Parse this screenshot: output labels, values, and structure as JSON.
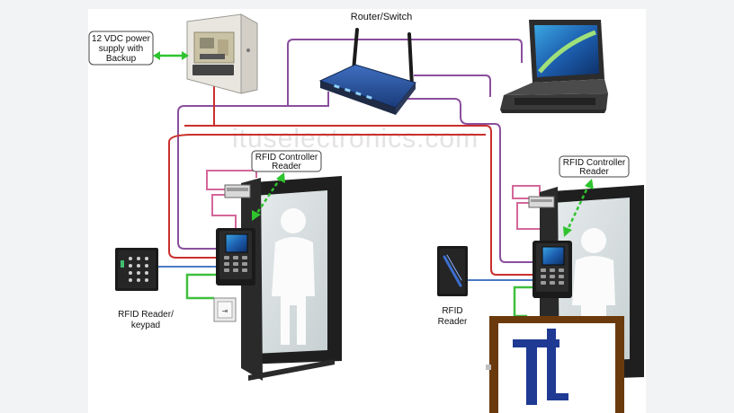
{
  "labels": {
    "power_supply_line1": "12 VDC power",
    "power_supply_line2": "supply with",
    "power_supply_line3": "Backup",
    "router": "Router/Switch",
    "pc": "PC",
    "controller_left_line1": "RFID Controller",
    "controller_left_line2": "Reader",
    "controller_right_line1": "RFID Controller",
    "controller_right_line2": "Reader",
    "reader_keypad_line1": "RFID Reader/",
    "reader_keypad_line2": "keypad",
    "reader_right_line1": "RFID",
    "reader_right_line2": "Reader",
    "watermark": "ituselectronics.com"
  },
  "colors": {
    "network_cable": "#8a4f9e",
    "power_cable": "#c9302c",
    "lock_cable": "#d4679a",
    "exit_cable": "#3fbf3f",
    "data_cable": "#4a79c4",
    "wireless_link": "#2fc42f",
    "logo_frame": "#6b3a0c",
    "logo_letter": "#1f3a93"
  }
}
